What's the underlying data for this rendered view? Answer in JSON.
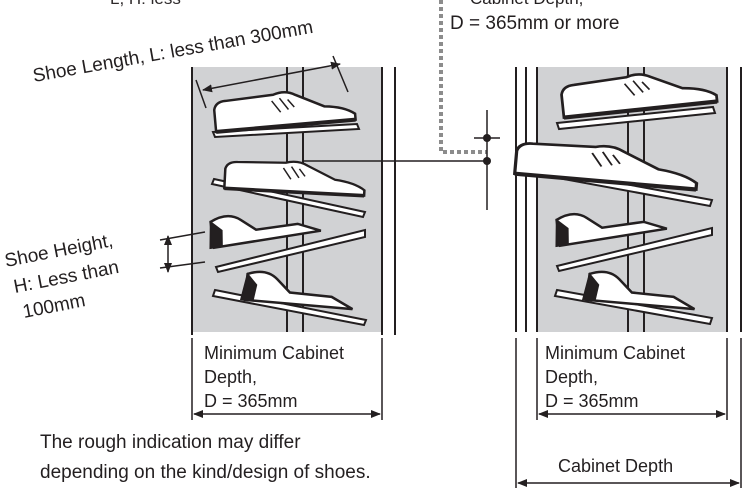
{
  "labels": {
    "top_left_fragment": "L, H: less",
    "top_right_fragment": "Cabinet Depth,",
    "right_depth_top": "D = 365mm or more",
    "shoe_length": "Shoe Length, L: less than 300mm",
    "shoe_height_line1": "Shoe Height,",
    "shoe_height_line2": "H: Less than",
    "shoe_height_line3": "100mm",
    "left_min_depth_line1": "Minimum Cabinet",
    "left_min_depth_line2": "Depth,",
    "left_min_depth_line3": "D = 365mm",
    "right_min_depth_line1": "Minimum Cabinet",
    "right_min_depth_line2": "Depth,",
    "right_min_depth_line3": "D = 365mm",
    "note_line1": "The rough indication may differ",
    "note_line2": "depending on the kind/design of shoes.",
    "cabinet_depth": "Cabinet Depth"
  },
  "colors": {
    "ink": "#231f20",
    "cabinet_fill": "#d1d2d4",
    "shoe_fill": "#ffffff",
    "dotted_leader": "#8c8c8c"
  }
}
